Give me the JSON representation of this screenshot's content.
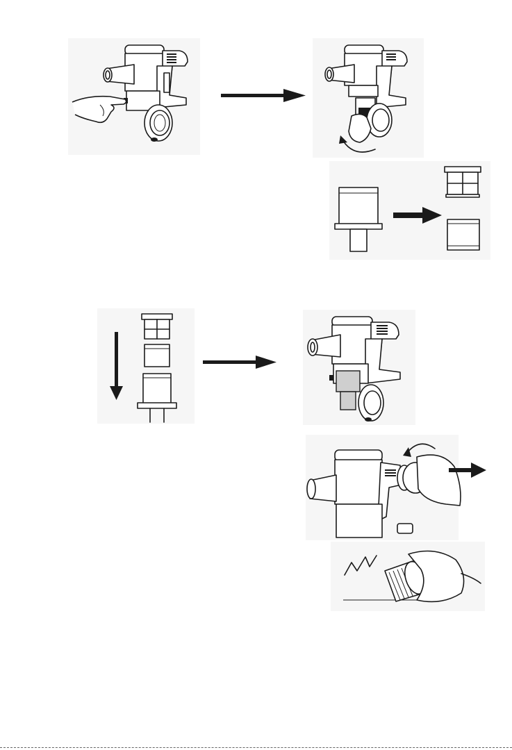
{
  "document": {
    "kind": "instruction-illustrations",
    "steps": [
      {
        "name": "release-dust-bin"
      },
      {
        "name": "twist-off-dust-bin"
      },
      {
        "name": "separate-filter"
      },
      {
        "name": "reassemble-filter"
      },
      {
        "name": "install-dust-bin"
      },
      {
        "name": "twist-remove-hepa-filter"
      },
      {
        "name": "tap-clean-filter"
      }
    ],
    "icons": {
      "arrow": "arrow-right-icon",
      "arrow_down": "arrow-down-icon",
      "rotate": "rotate-arrow-icon",
      "hand": "hand-icon"
    },
    "colors": {
      "line": "#1a1a1a",
      "panel_background": "#f6f6f6",
      "highlight_gray": "#cfcfcf"
    }
  }
}
